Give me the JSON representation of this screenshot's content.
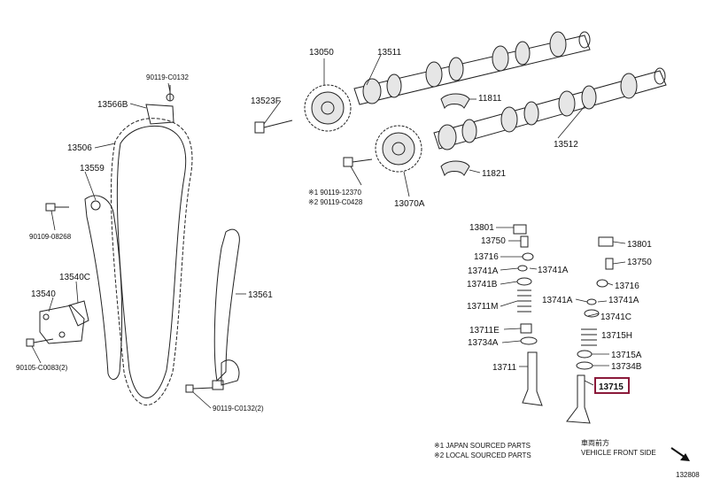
{
  "labels": {
    "p13050": "13050",
    "p13511": "13511",
    "p90119_c0132_top": "90119-C0132",
    "p13523f": "13523F",
    "p11811": "11811",
    "p13566b": "13566B",
    "p13506": "13506",
    "p13512": "13512",
    "p1390119_12370": "※1 90119-12370",
    "p2_90119_c0428": "※2 90119-C0428",
    "p13070a": "13070A",
    "p11821": "11821",
    "p13559": "13559",
    "p90109_08268": "90109-08268",
    "p13540c": "13540C",
    "p13540": "13540",
    "p90105_c0083": "90105-C0083(2)",
    "p13561": "13561",
    "p90119_c0132_bot": "90119-C0132(2)",
    "l13801": "13801",
    "l13750": "13750",
    "l13716": "13716",
    "l13741a_1": "13741A",
    "l13741a_2": "13741A",
    "l13741b": "13741B",
    "l13711m": "13711M",
    "l13711e": "13711E",
    "l13734a": "13734A",
    "l13711": "13711",
    "r13801": "13801",
    "r13750": "13750",
    "r13716": "13716",
    "r13741a_1": "13741A",
    "r13741a_2": "13741A",
    "r13741c": "13741C",
    "r13715h": "13715H",
    "r13715a": "13715A",
    "r13734b": "13734B",
    "r13715": "13715"
  },
  "notes": {
    "note1": "※1 JAPAN SOURCED PARTS",
    "note2": "※2 LOCAL SOURCED PARTS",
    "front_cn": "車両前方",
    "front_en": "VEHICLE FRONT SIDE"
  },
  "diagram_id": "132808",
  "colors": {
    "highlight": "#8b1a3a",
    "line": "#222222"
  }
}
